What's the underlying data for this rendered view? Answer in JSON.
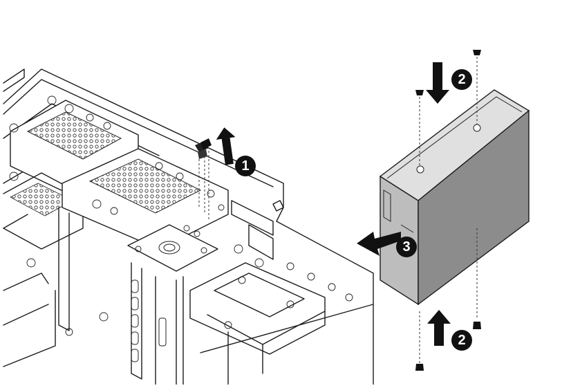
{
  "diagram": {
    "steps": [
      {
        "id": "step-1",
        "label": "1"
      },
      {
        "id": "step-2-top",
        "label": "2"
      },
      {
        "id": "step-2-bottom",
        "label": "2"
      },
      {
        "id": "step-3",
        "label": "3"
      }
    ],
    "colors": {
      "line": "#1b1b1b",
      "drive_side": "#8c8c8c",
      "drive_top": "#d9d9d9",
      "drive_front": "#bdbdbd",
      "badge": "#111111",
      "background": "#ffffff"
    },
    "icons": [
      "up-arrow-icon",
      "down-arrow-icon",
      "left-arrow-icon",
      "screw-icon"
    ]
  }
}
